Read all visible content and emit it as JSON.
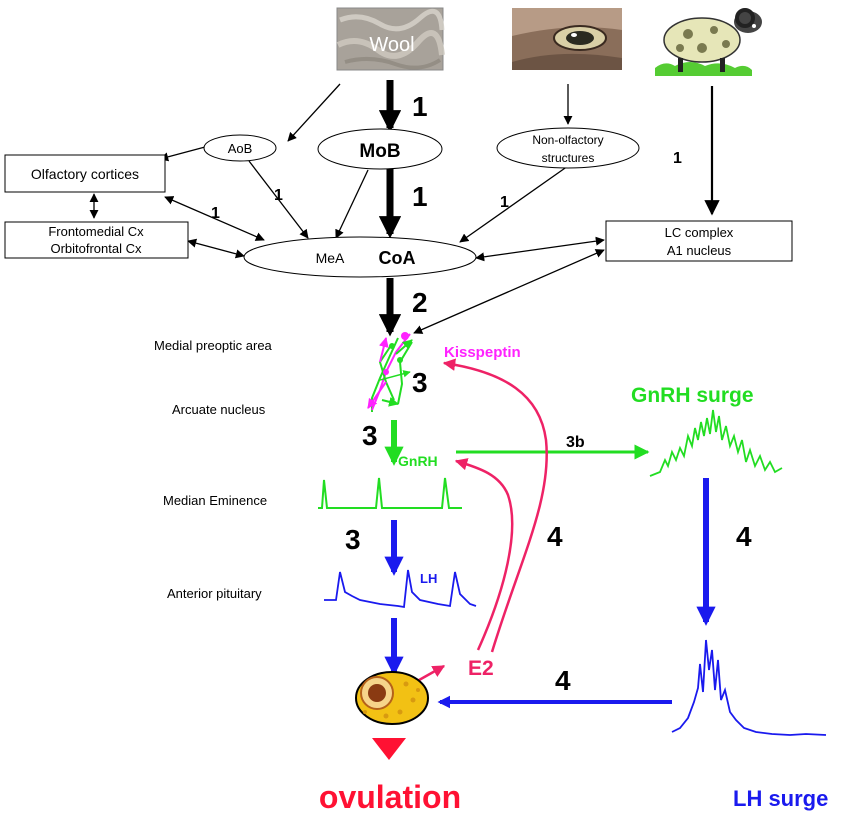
{
  "stimuli": {
    "wool": "Wool"
  },
  "nodes": {
    "aob": "AoB",
    "mob": "MoB",
    "non_olfactory_line1": "Non-olfactory",
    "non_olfactory_line2": "structures",
    "olfactory_cortices": "Olfactory cortices",
    "frontal_line1": "Frontomedial  Cx",
    "frontal_line2": "Orbitofrontal  Cx",
    "mea": "MeA",
    "coa": "CoA",
    "lc_line1": "LC complex",
    "lc_line2": "A1 nucleus"
  },
  "regions": {
    "medial_preoptic": "Medial preoptic area",
    "arcuate": "Arcuate nucleus",
    "median_eminence": "Median Eminence",
    "anterior_pituitary": "Anterior pituitary"
  },
  "signals": {
    "kisspeptin": "Kisspeptin",
    "gnrh": "GnRH",
    "lh": "LH",
    "e2": "E2",
    "gnrh_surge": "GnRH surge",
    "lh_surge": "LH surge",
    "ovulation": "ovulation"
  },
  "step_labels": {
    "s1": "1",
    "s2": "2",
    "s3": "3",
    "s3b": "3b",
    "s4": "4"
  },
  "colors": {
    "black": "#000000",
    "green": "#22dd22",
    "magenta": "#ff22ff",
    "crimson": "#ee2266",
    "blue": "#1a1aee",
    "ovulation_red": "#ff1133"
  }
}
